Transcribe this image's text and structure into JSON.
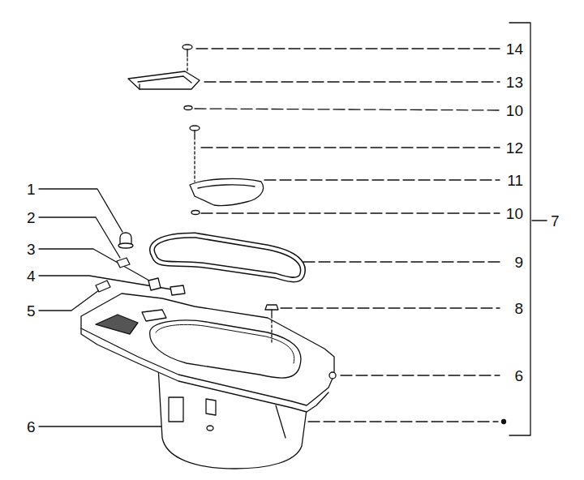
{
  "diagram": {
    "labels": [
      "14",
      "13",
      "10",
      "12",
      "11",
      "10",
      "7",
      "9",
      "8",
      "6",
      "1",
      "2",
      "3",
      "4",
      "5",
      "6"
    ]
  }
}
